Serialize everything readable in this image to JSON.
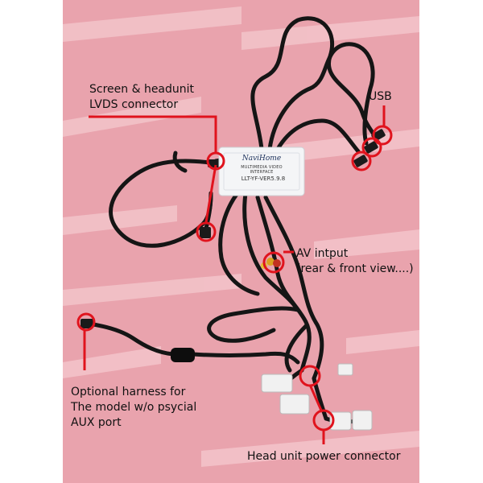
{
  "labels": {
    "screen_connector": [
      "Screen & headunit",
      "LVDS connector"
    ],
    "usb": "USB",
    "av_input": [
      "AV intput",
      "(rear & front view....)"
    ],
    "optional_harness": [
      "Optional harness for",
      "The model w/o psycial",
      "AUX port"
    ],
    "power_connector": "Head unit power connector"
  },
  "module": {
    "brand": "NaviHome",
    "subtitle": "MULTIMEDIA VIDEO INTERFACE",
    "model": "LLT-YF-VER5.9.8"
  },
  "colors": {
    "background": "#e9a3ad",
    "stripe": "#f3c4ca",
    "cable": "#151515",
    "callout": "#e0131d",
    "module": "#f4f5f7"
  }
}
